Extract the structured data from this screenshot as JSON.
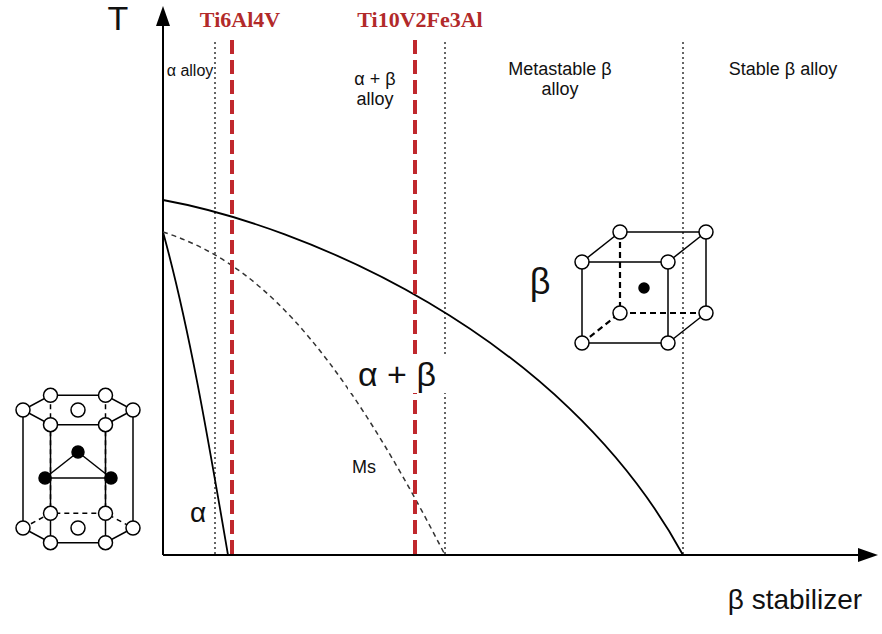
{
  "diagram": {
    "labels": [
      "T",
      "Ti6Al4V",
      "Ti10V2Fe3Al",
      "α alloy",
      "α + β alloy",
      "Metastable β alloy",
      "Stable β alloy",
      "α + β",
      "Ms",
      "α",
      "β",
      "β stabilizer"
    ]
  }
}
